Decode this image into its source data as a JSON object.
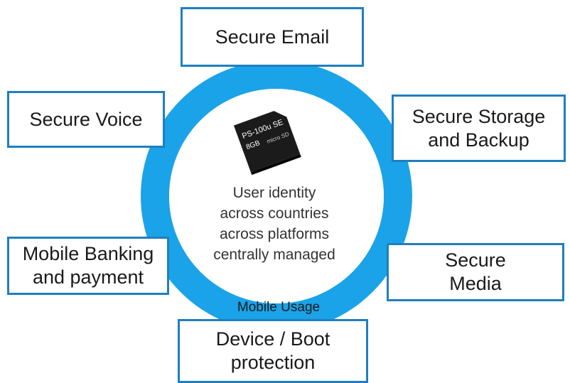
{
  "diagram": {
    "center": {
      "card_text_line1": "PS-100u SE",
      "card_text_line2": "8GB",
      "card_logo": "micro SD",
      "text": "User identity\nacross countries\nacross platforms\ncentrally managed"
    },
    "ring_label": "Mobile Usage",
    "boxes": {
      "top": "Secure Email",
      "top_left": "Secure Voice",
      "top_right": "Secure Storage\nand Backup",
      "bottom_left": "Mobile Banking\nand payment",
      "bottom_right": "Secure\nMedia",
      "bottom": "Device / Boot\nprotection"
    },
    "colors": {
      "ring": "#1aa3e8",
      "box_border": "#1f7fbf",
      "card": "#1b1b1b"
    },
    "icons": {
      "center_image": "microsd-card-icon"
    }
  }
}
